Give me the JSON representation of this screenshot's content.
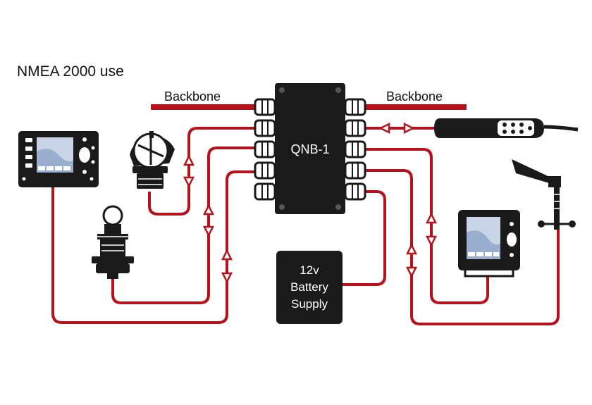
{
  "title": "NMEA 2000 use",
  "labels": {
    "backbone_left": "Backbone",
    "backbone_right": "Backbone",
    "hub": "QNB-1",
    "battery_line1": "12v",
    "battery_line2": "Battery",
    "battery_line3": "Supply"
  },
  "colors": {
    "cable": "#b5121b",
    "device": "#1a1a1a",
    "screen": "#c9d4e6",
    "background": "#ffffff"
  },
  "icons": [
    "chartplotter-left-icon",
    "compass-sensor-icon",
    "depth-transducer-icon",
    "remote-handheld-icon",
    "wind-vane-icon",
    "chartplotter-right-icon"
  ]
}
